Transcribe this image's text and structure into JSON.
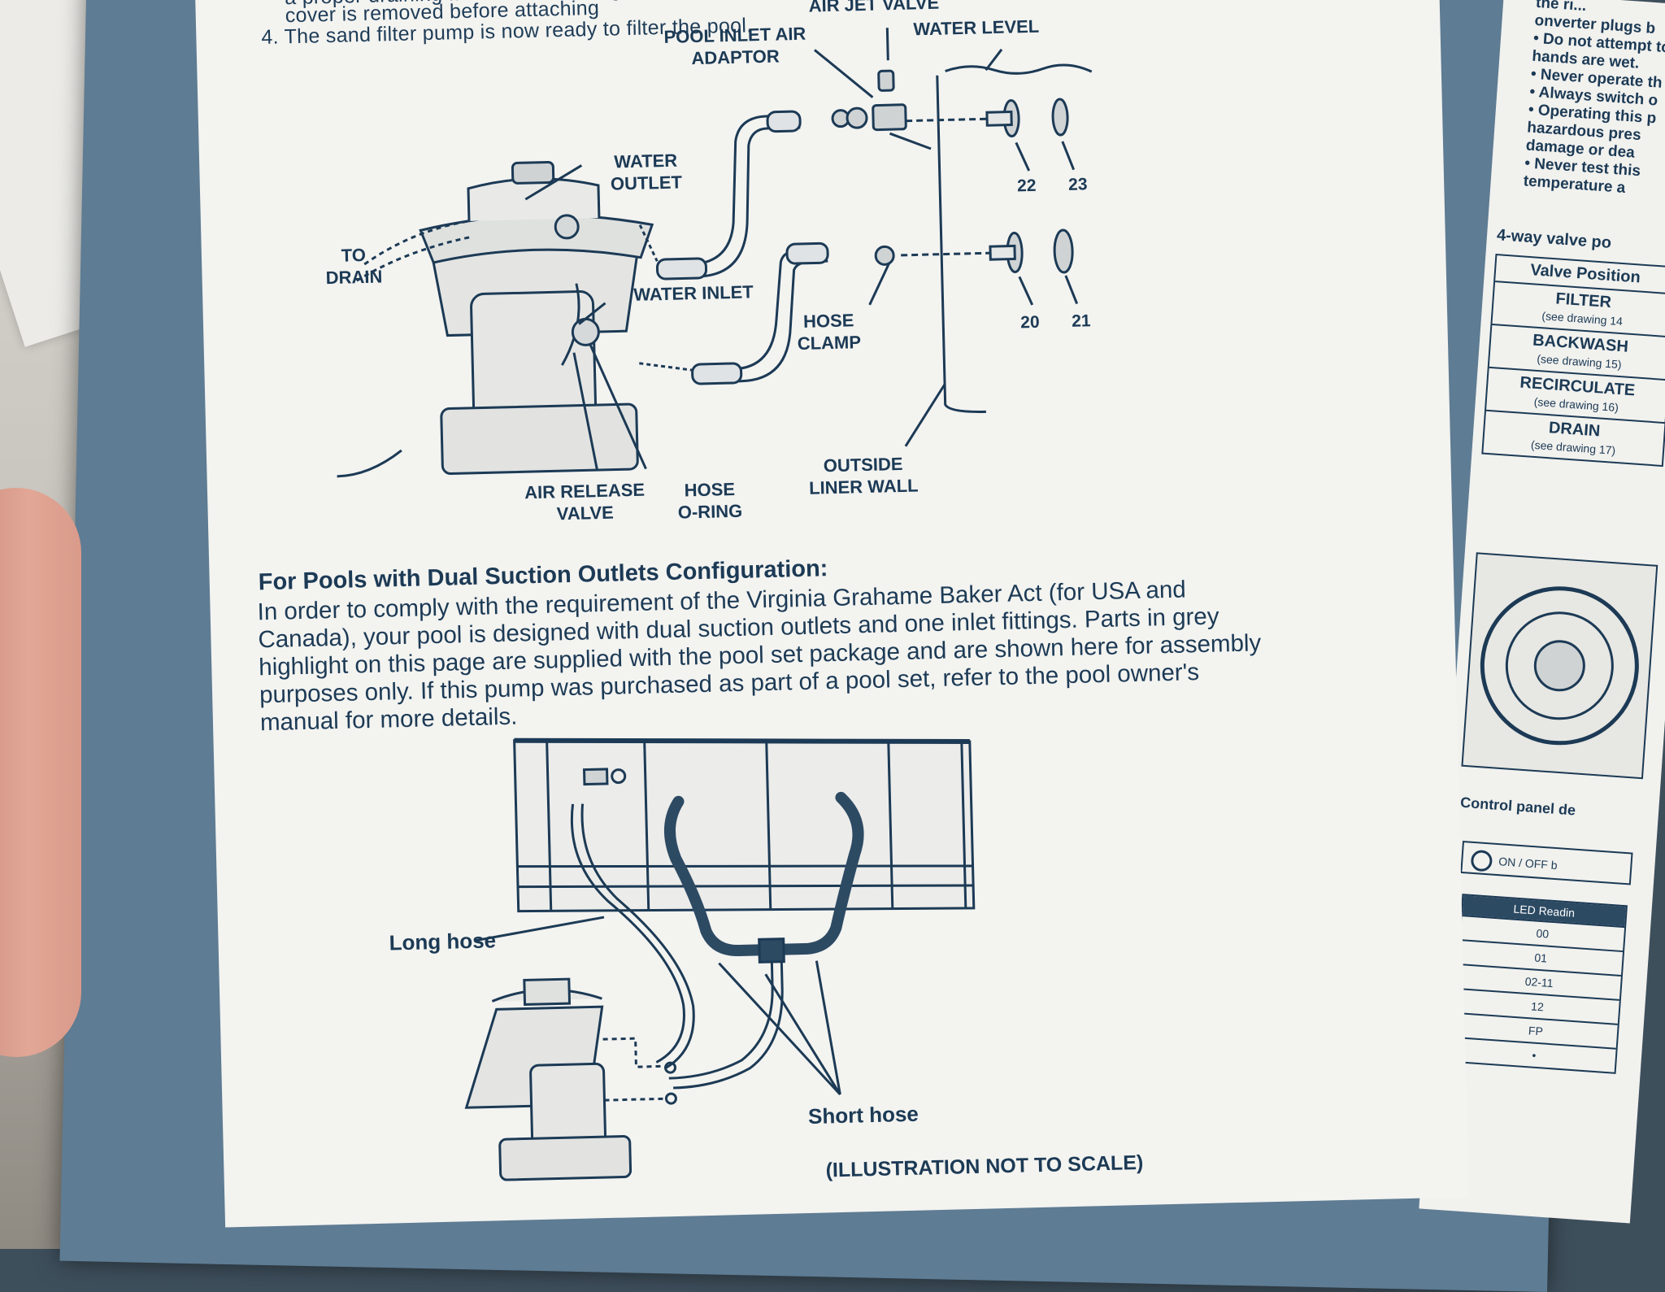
{
  "steps": {
    "step3_line1": "a proper draining ... before attaching",
    "step3_line2": "cover is removed before attaching",
    "step4": "4.  The sand filter pump is now ready to filter the pool."
  },
  "diagram_top": {
    "labels": {
      "air_jet_valve": "AIR JET VALVE",
      "pool_inlet_air_adaptor_1": "POOL INLET AIR",
      "pool_inlet_air_adaptor_2": "ADAPTOR",
      "water_level": "WATER LEVEL",
      "water_outlet_1": "WATER",
      "water_outlet_2": "OUTLET",
      "to_drain_1": "TO",
      "to_drain_2": "DRAIN",
      "water_inlet": "WATER INLET",
      "hose_clamp_1": "HOSE",
      "hose_clamp_2": "CLAMP",
      "air_release_valve_1": "AIR RELEASE",
      "air_release_valve_2": "VALVE",
      "hose_oring_1": "HOSE",
      "hose_oring_2": "O-RING",
      "outside_liner_wall_1": "OUTSIDE",
      "outside_liner_wall_2": "LINER WALL"
    },
    "part_numbers": {
      "p22": "22",
      "p23": "23",
      "p20": "20",
      "p21": "21"
    }
  },
  "section": {
    "title": "For Pools with Dual Suction Outlets Configuration:",
    "lines": [
      "In order to comply with the requirement of the Virginia Grahame Baker Act (for USA and",
      "Canada), your pool is designed with dual suction outlets and one inlet fittings. Parts in grey",
      "highlight on this page are supplied with the pool set package and are shown here for assembly",
      "purposes only. If this pump was purchased as part of a pool set, refer to the pool owner's",
      "manual for more details."
    ]
  },
  "diagram_bottom": {
    "long_hose": "Long hose",
    "short_hose": "Short hose",
    "note": "(ILLUSTRATION NOT TO SCALE)"
  },
  "right_page": {
    "bullets": [
      "the ri...",
      "onverter plugs b",
      "• Do not attempt to",
      "hands are wet.",
      "• Never operate th",
      "• Always switch o",
      "• Operating this p",
      "hazardous pres",
      "damage or dea",
      "• Never test this",
      "temperature a"
    ],
    "valve_title": "4-way valve po",
    "valve_header": "Valve Position",
    "valve_rows": [
      {
        "name": "FILTER",
        "sub": "(see drawing 14"
      },
      {
        "name": "BACKWASH",
        "sub": "(see drawing 15)"
      },
      {
        "name": "RECIRCULATE",
        "sub": "(see drawing 16)"
      },
      {
        "name": "DRAIN",
        "sub": "(see drawing 17)"
      }
    ],
    "control_panel": "Control panel de",
    "onoff": "ON / OFF b",
    "led_header": "LED Readin",
    "led_rows": [
      "00",
      "01",
      "02-11",
      "12",
      "FP",
      "•"
    ]
  },
  "colors": {
    "ink": "#1c3a55",
    "paper": "#f3f3f0",
    "booklet_cover": "#5e7c93",
    "grey_highlight": "#2d4a63"
  }
}
